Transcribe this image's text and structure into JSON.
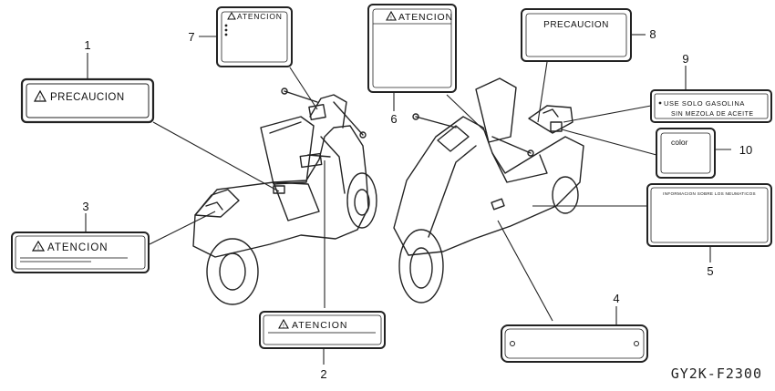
{
  "labels": {
    "l1": {
      "number": "1",
      "text": "PRECAUCION"
    },
    "l2": {
      "number": "2",
      "text": "ATENCION"
    },
    "l3": {
      "number": "3",
      "text": "ATENCION"
    },
    "l4": {
      "number": "4"
    },
    "l5": {
      "number": "5",
      "text": "INFORMACION SOBRE LOS NEUMATICOS"
    },
    "l6": {
      "number": "6",
      "text": "ATENCION"
    },
    "l7": {
      "number": "7",
      "text": "ATENCION"
    },
    "l8": {
      "number": "8",
      "text": "PRECAUCION"
    },
    "l9": {
      "number": "9",
      "line1": "USE SOLO GASOLINA",
      "line2": "SIN MEZOLA DE ACEITE"
    },
    "l10": {
      "number": "10",
      "text": "color"
    }
  },
  "warning_symbol": "warning-triangle-icon",
  "diagram_code": "GY2K-F2300"
}
